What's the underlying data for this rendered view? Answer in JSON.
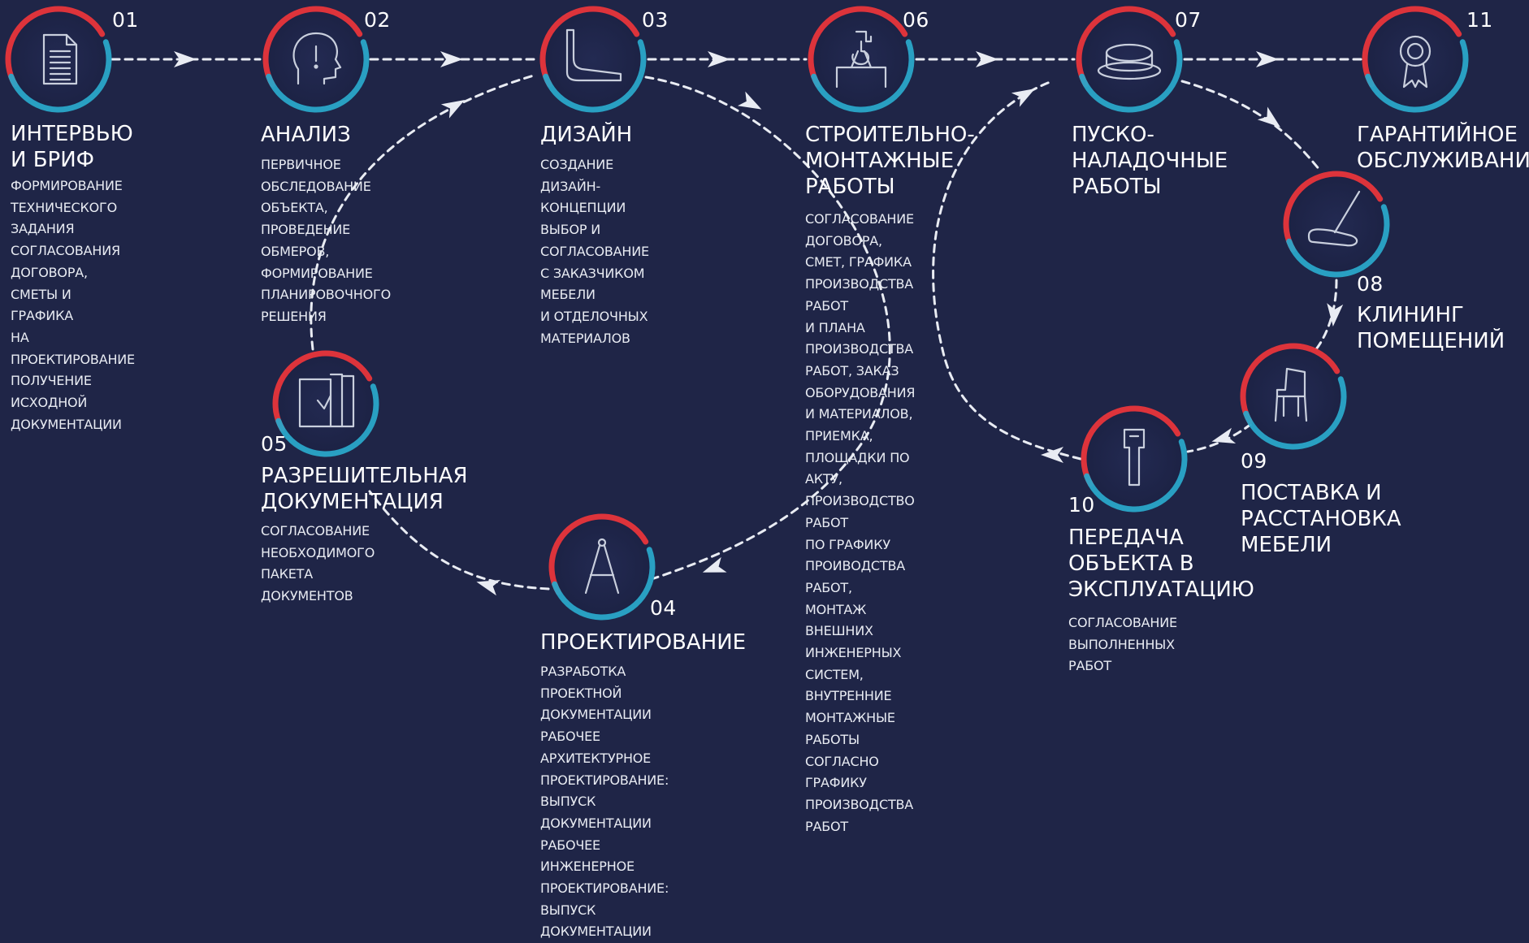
{
  "steps": [
    {
      "num": "01",
      "title": "ИНТЕРВЬЮ\nИ БРИФ",
      "desc": "ФОРМИРОВАНИЕ\nТЕХНИЧЕСКОГО ЗАДАНИЯ\nСОГЛАСОВАНИЯ ДОГОВОРА,\nСМЕТЫ И ГРАФИКА\nНА ПРОЕКТИРОВАНИЕ\nПОЛУЧЕНИЕ ИСХОДНОЙ\nДОКУМЕНТАЦИИ",
      "icon": "document-icon"
    },
    {
      "num": "02",
      "title": "АНАЛИЗ",
      "desc": "ПЕРВИЧНОЕ\nОБСЛЕДОВАНИЕ\nОБЪЕКТА,\nПРОВЕДЕНИЕ\nОБМЕРОВ,\nФОРМИРОВАНИЕ\nПЛАНИРОВОЧНОГО\nРЕШЕНИЯ",
      "icon": "head-icon"
    },
    {
      "num": "03",
      "title": "ДИЗАЙН",
      "desc": "СОЗДАНИЕ\nДИЗАЙН-КОНЦЕПЦИИ\nВЫБОР И СОГЛАСОВАНИЕ\nС ЗАКАЗЧИКОМ МЕБЕЛИ\nИ ОТДЕЛОЧНЫХ\nМАТЕРИАЛОВ",
      "icon": "chair-profile-icon"
    },
    {
      "num": "04",
      "title": "ПРОЕКТИРОВАНИЕ",
      "desc": "РАЗРАБОТКА ПРОЕКТНОЙ ДОКУМЕНТАЦИИ\nРАБОЧЕЕ АРХИТЕКТУРНОЕ ПРОЕКТИРОВАНИЕ:\nВЫПУСК ДОКУМЕНТАЦИИ\nРАБОЧЕЕ ИНЖЕНЕРНОЕ ПРОЕКТИРОВАНИЕ:\nВЫПУСК ДОКУМЕНТАЦИИ",
      "icon": "compass-icon"
    },
    {
      "num": "05",
      "title": "РАЗРЕШИТЕЛЬНАЯ\nДОКУМЕНТАЦИЯ",
      "desc": "СОГЛАСОВАНИЕ\nНЕОБХОДИМОГО\nПАКЕТА\nДОКУМЕНТОВ",
      "icon": "folders-icon"
    },
    {
      "num": "06",
      "title": "СТРОИТЕЛЬНО-\nМОНТАЖНЫЕ\nРАБОТЫ",
      "desc": "СОГЛАСОВАНИЕ ДОГОВОРА,\nСМЕТ, ГРАФИКА\nПРОИЗВОДСТВА РАБОТ\nИ ПЛАНА ПРОИЗВОДСТВА\nРАБОТ, ЗАКАЗ ОБОРУДОВАНИЯ\nИ МАТЕРИАЛОВ, ПРИЕМКА,\nПЛОЩАДКИ ПО АКТУ,\nПРОИЗВОДСТВО РАБОТ\nПО ГРАФИКУ ПРОИВОДСТВА\nРАБОТ, МОНТАЖ ВНЕШНИХ\nИНЖЕНЕРНЫХ СИСТЕМ,\nВНУТРЕННИЕ МОНТАЖНЫЕ\nРАБОТЫ СОГЛАСНО\nГРАФИКУ ПРОИЗВОДСТВА\nРАБОТ",
      "icon": "crane-hook-icon"
    },
    {
      "num": "07",
      "title": "ПУСКО-\nНАЛАДОЧНЫЕ\nРАБОТЫ",
      "desc": "",
      "icon": "button-icon"
    },
    {
      "num": "08",
      "title": "КЛИНИНГ\nПОМЕЩЕНИЙ",
      "desc": "",
      "icon": "vacuum-icon"
    },
    {
      "num": "09",
      "title": "ПОСТАВКА И\nРАССТАНОВКА\nМЕБЕЛИ",
      "desc": "",
      "icon": "chair-icon"
    },
    {
      "num": "10",
      "title": "ПЕРЕДАЧА\nОБЪЕКТА В\nЭКСПЛУАТАЦИЮ",
      "desc": "СОГЛАСОВАНИЕ\nВЫПОЛНЕННЫХ\nРАБОТ",
      "icon": "key-icon"
    },
    {
      "num": "11",
      "title": "ГАРАНТИЙНОЕ\nОБСЛУЖИВАНИЕ",
      "desc": "",
      "icon": "award-icon"
    }
  ],
  "colors": {
    "background": "#1f2547",
    "ring_red": "#e8353b",
    "ring_blue": "#2aa7c9",
    "line": "#e9ecf3",
    "text": "#ffffff"
  }
}
